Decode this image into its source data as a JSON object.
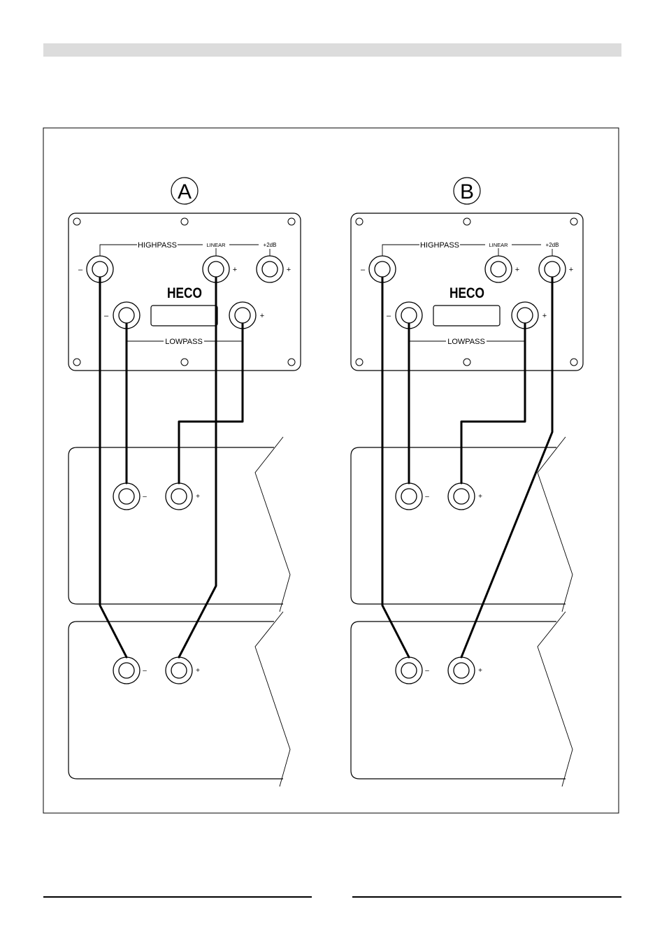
{
  "diagrams": [
    {
      "id": "A",
      "label": "A",
      "plate": {
        "brand": "HECO",
        "highpass_label": "HIGHPASS",
        "linear_label": "LINEAR",
        "boost_label": "+2dB",
        "lowpass_label": "LOWPASS"
      },
      "polarity": {
        "minus": "–",
        "plus": "+"
      }
    },
    {
      "id": "B",
      "label": "B",
      "plate": {
        "brand": "HECO",
        "highpass_label": "HIGHPASS",
        "linear_label": "LINEAR",
        "boost_label": "+2dB",
        "lowpass_label": "LOWPASS"
      },
      "polarity": {
        "minus": "–",
        "plus": "+"
      }
    }
  ]
}
